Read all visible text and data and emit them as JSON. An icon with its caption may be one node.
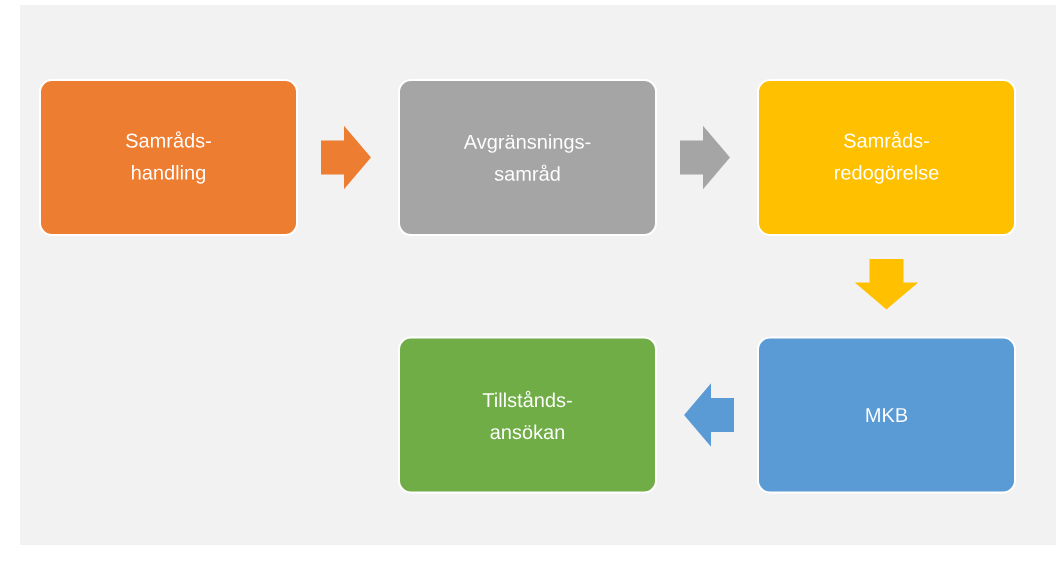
{
  "diagram": {
    "nodes": [
      {
        "text": [
          "Samråds- handling"
        ]
      },
      {
        "text": [
          "Avgränsnings- samråd"
        ]
      },
      {
        "text": [
          "Samråds- redogörelse"
        ]
      },
      {
        "text": [
          "Tillstånds- ansökan"
        ]
      },
      {
        "text": [
          "MKB"
        ]
      }
    ],
    "edges": [
      {
        "from": 0,
        "to": 1,
        "arrow": "to",
        "color": "#ed7d31"
      },
      {
        "from": 1,
        "to": 2,
        "arrow": "to",
        "color": "#a5a5a5"
      },
      {
        "from": 2,
        "to": 4,
        "arrow": "to",
        "color": "#ffc000"
      },
      {
        "from": 4,
        "to": 3,
        "arrow": "to",
        "color": "#5b9bd5"
      }
    ]
  }
}
